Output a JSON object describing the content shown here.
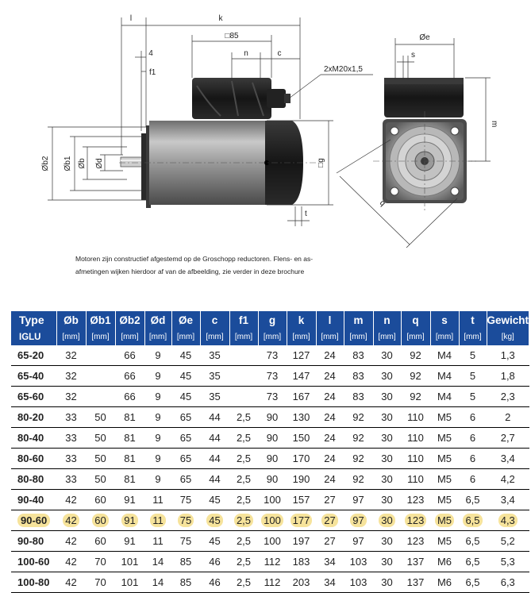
{
  "drawing": {
    "labels": {
      "l": "l",
      "k": "k",
      "sq85": "□85",
      "n": "n",
      "c": "c",
      "four": "4",
      "f1": "f1",
      "thread": "2xM20x1,5",
      "b2": "Øb2",
      "b1": "Øb1",
      "b": "Øb",
      "d": "Ød",
      "g": "□g",
      "t": "t",
      "e": "Øe",
      "s": "s",
      "m": "m",
      "q": "q"
    }
  },
  "caption": {
    "line1": "Motoren zijn constructief afgestemd op de Groschopp reductoren. Flens- en as-",
    "line2": "afmetingen wijken hierdoor af van de afbeelding, zie verder in deze brochure"
  },
  "table": {
    "headers": [
      "Type",
      "Øb",
      "Øb1",
      "Øb2",
      "Ød",
      "Øe",
      "c",
      "f1",
      "g",
      "k",
      "l",
      "m",
      "n",
      "q",
      "s",
      "t",
      "Gewicht"
    ],
    "units": [
      "IGLU",
      "[mm]",
      "[mm]",
      "[mm]",
      "[mm]",
      "[mm]",
      "[mm]",
      "[mm]",
      "[mm]",
      "[mm]",
      "[mm]",
      "[mm]",
      "[mm]",
      "[mm]",
      "[mm]",
      "[mm]",
      "[kg]"
    ],
    "rows": [
      [
        "65-20",
        "32",
        "",
        "66",
        "9",
        "45",
        "35",
        "",
        "73",
        "127",
        "24",
        "83",
        "30",
        "92",
        "M4",
        "5",
        "1,3"
      ],
      [
        "65-40",
        "32",
        "",
        "66",
        "9",
        "45",
        "35",
        "",
        "73",
        "147",
        "24",
        "83",
        "30",
        "92",
        "M4",
        "5",
        "1,8"
      ],
      [
        "65-60",
        "32",
        "",
        "66",
        "9",
        "45",
        "35",
        "",
        "73",
        "167",
        "24",
        "83",
        "30",
        "92",
        "M4",
        "5",
        "2,3"
      ],
      [
        "80-20",
        "33",
        "50",
        "81",
        "9",
        "65",
        "44",
        "2,5",
        "90",
        "130",
        "24",
        "92",
        "30",
        "110",
        "M5",
        "6",
        "2"
      ],
      [
        "80-40",
        "33",
        "50",
        "81",
        "9",
        "65",
        "44",
        "2,5",
        "90",
        "150",
        "24",
        "92",
        "30",
        "110",
        "M5",
        "6",
        "2,7"
      ],
      [
        "80-60",
        "33",
        "50",
        "81",
        "9",
        "65",
        "44",
        "2,5",
        "90",
        "170",
        "24",
        "92",
        "30",
        "110",
        "M5",
        "6",
        "3,4"
      ],
      [
        "80-80",
        "33",
        "50",
        "81",
        "9",
        "65",
        "44",
        "2,5",
        "90",
        "190",
        "24",
        "92",
        "30",
        "110",
        "M5",
        "6",
        "4,2"
      ],
      [
        "90-40",
        "42",
        "60",
        "91",
        "11",
        "75",
        "45",
        "2,5",
        "100",
        "157",
        "27",
        "97",
        "30",
        "123",
        "M5",
        "6,5",
        "3,4"
      ],
      [
        "90-60",
        "42",
        "60",
        "91",
        "11",
        "75",
        "45",
        "2,5",
        "100",
        "177",
        "27",
        "97",
        "30",
        "123",
        "M5",
        "6,5",
        "4,3"
      ],
      [
        "90-80",
        "42",
        "60",
        "91",
        "11",
        "75",
        "45",
        "2,5",
        "100",
        "197",
        "27",
        "97",
        "30",
        "123",
        "M5",
        "6,5",
        "5,2"
      ],
      [
        "100-60",
        "42",
        "70",
        "101",
        "14",
        "85",
        "46",
        "2,5",
        "112",
        "183",
        "34",
        "103",
        "30",
        "137",
        "M6",
        "6,5",
        "5,3"
      ],
      [
        "100-80",
        "42",
        "70",
        "101",
        "14",
        "85",
        "46",
        "2,5",
        "112",
        "203",
        "34",
        "103",
        "30",
        "137",
        "M6",
        "6,5",
        "6,3"
      ]
    ],
    "highlight_row": "90-60",
    "colors": {
      "header_bg": "#1b4c9b",
      "highlight": "#f6e39b"
    }
  }
}
